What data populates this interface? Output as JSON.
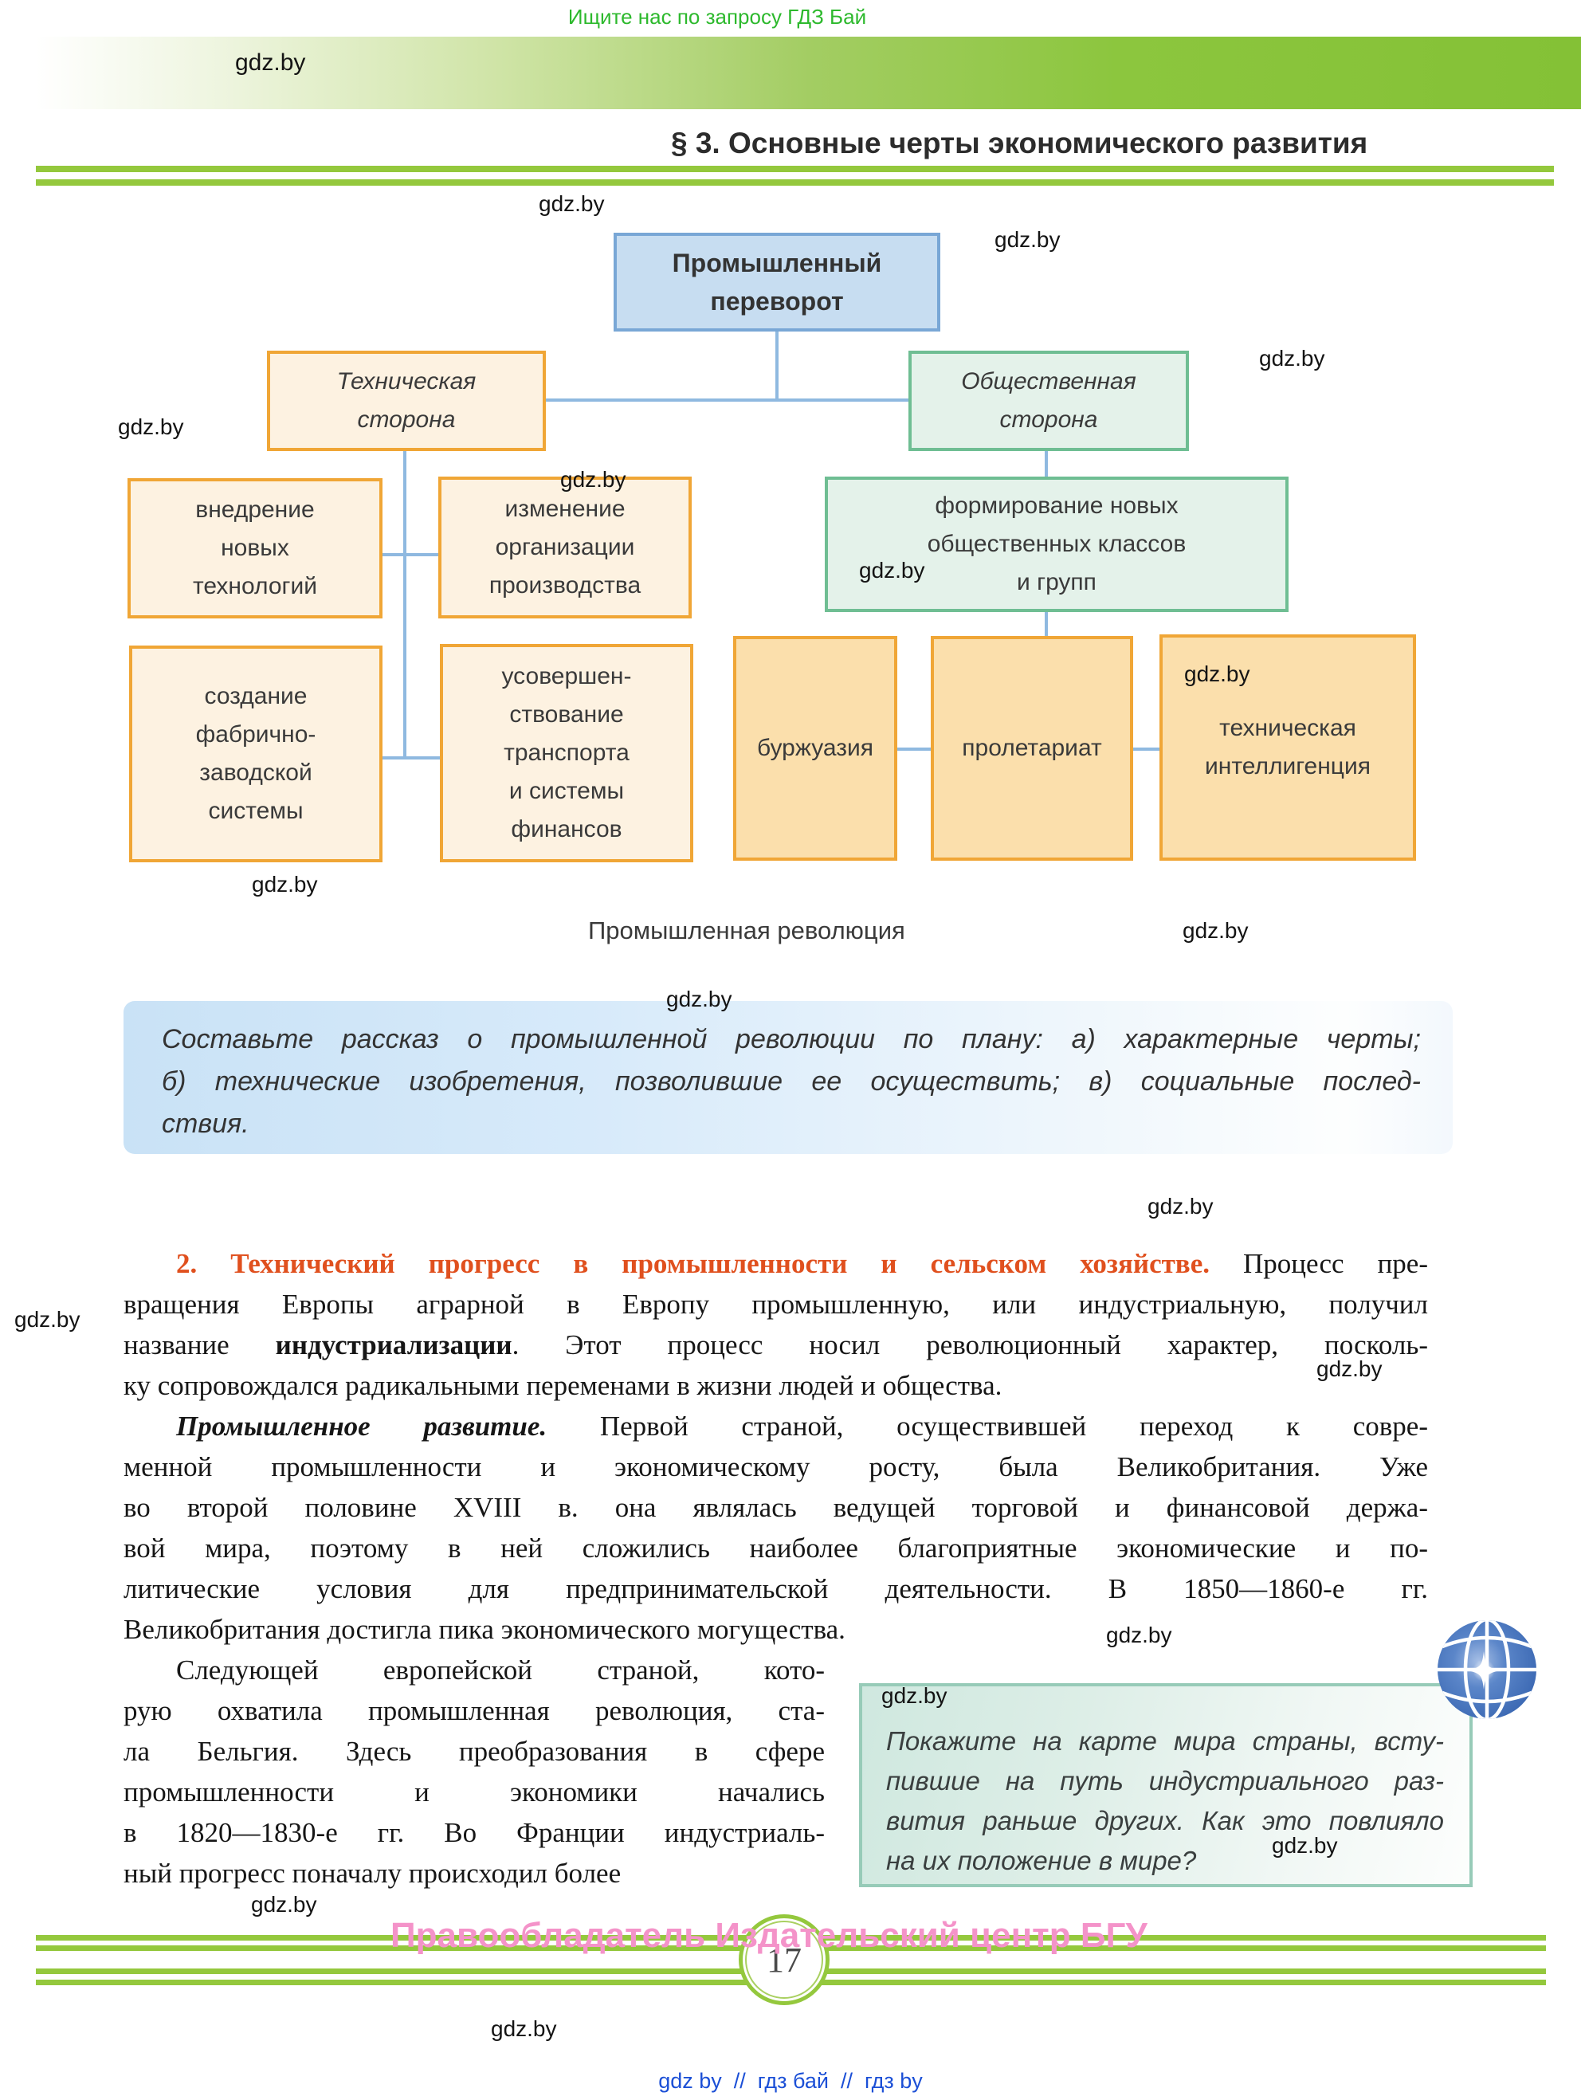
{
  "watermark": "gdz.by",
  "header": {
    "hint": "Ищите нас по запросу ГДЗ Бай",
    "title": "§ 3. Основные черты экономического развития"
  },
  "diagram": {
    "root": "Промышленный<br>переворот",
    "technical_side": "Техническая<br>сторона",
    "social_side": "Общественная<br>сторона",
    "tech_item_1": "внедрение<br>новых<br>технологий",
    "tech_item_2": "изменение<br>организации<br>производства",
    "tech_item_3": "создание<br>фабрично-<br>заводской<br>системы",
    "tech_item_4": "усовершен-<br>ствование<br>транспорта<br>и системы<br>финансов",
    "social_group": "формирование новых<br>общественных классов<br>и групп",
    "class_1": "буржуазия",
    "class_2": "пролетариат",
    "class_3": "техническая<br>интеллигенция",
    "caption": "Промышленная революция"
  },
  "task": {
    "line_1": "Составьте рассказ о промышленной революции по плану: а) характерные черты;",
    "line_2": "б) технические изобретения, позволившие ее осуществить; в) социальные послед-",
    "line_3": "ствия."
  },
  "body": {
    "line_1": "<span class=\"hd\">2. Технический прогресс в промышленности и сельском хозяйстве.</span> Процесс пре-",
    "line_2": "вращения Европы аграрной в Европу промышленную, или индустриальную, получил",
    "line_3": "название <b>индустриализации</b>. Этот процесс носил революционный характер, посколь-",
    "line_4": "ку сопровождался радикальными переменами в жизни людей и общества.",
    "line_5": "<b><i>Промышленное развитие.</i></b> Первой страной, осуществившей переход к совре-",
    "line_6": "менной промышленности и экономическому росту, была Великобритания. Уже",
    "line_7": "во второй половине XVIII в. она являлась ведущей торговой и финансовой держа-",
    "line_8": "вой мира, поэтому в ней сложились наиболее благоприятные экономические и по-",
    "line_9": "литические условия для предпринимательской деятельности. В 1850—1860-е гг.",
    "line_10": "Великобритания достигла пика экономического могущества.",
    "line_11": "Следующей европейской страной, кото-",
    "line_12": "рую охватила промышленная революция, ста-",
    "line_13": "ла Бельгия. Здесь преобразования в сфере",
    "line_14": "промышленности и экономики начались",
    "line_15": "в 1820—1830-е гг. Во Франции индустриаль-",
    "line_16": "ный прогресс поначалу происходил более"
  },
  "aside": {
    "line_1": "Покажите на карте мира страны, всту-",
    "line_2": "пившие на путь индустриального раз-",
    "line_3": "вития раньше других. Как это повлияло",
    "line_4": "на их положение в мире?"
  },
  "footer": {
    "copyright": "Правообладатель Издательский центр БГУ",
    "page_number": "17",
    "slogan": "gdz by  //  гдз бай  //  гдз by"
  }
}
